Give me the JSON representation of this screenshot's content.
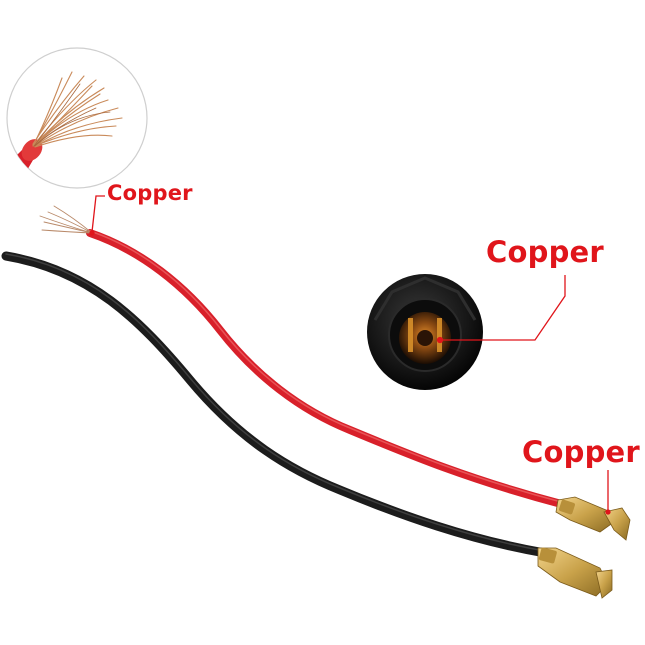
{
  "labels": {
    "strand_callout": "Copper",
    "socket_callout": "Copper",
    "terminal_callout": "Copper"
  },
  "colors": {
    "callout_red": "#e0151b",
    "red_wire": "#d8202a",
    "black_wire": "#1c1c1c",
    "copper": "#c98a5a",
    "brass": "#c9a24a"
  },
  "icons": {
    "inset": "stranded-copper-wire-closeup",
    "socket": "bulb-socket",
    "terminals": "crimp-terminal"
  }
}
